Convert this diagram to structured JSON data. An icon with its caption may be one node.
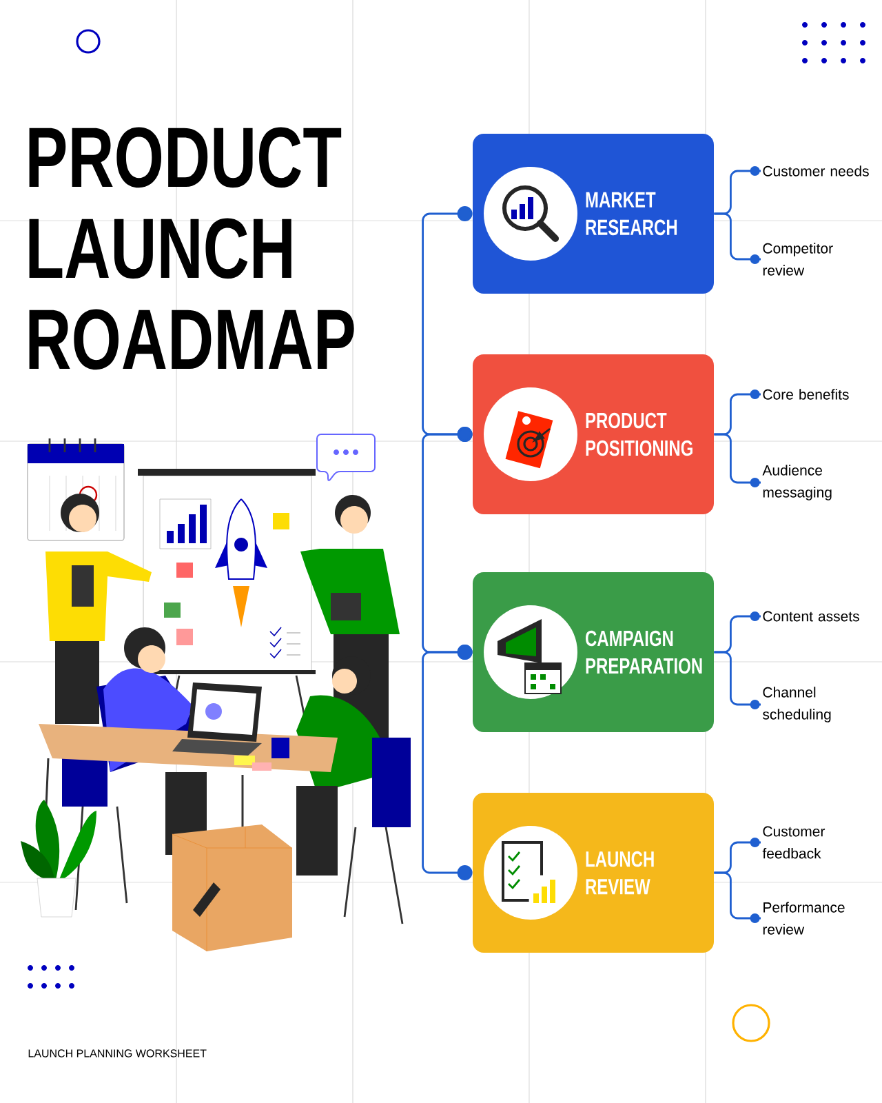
{
  "diagram": {
    "title": "PRODUCT LAUNCH ROADMAP",
    "nodes": [
      {
        "text": [
          "MARKET RESEARCH"
        ]
      },
      {
        "text": [
          "Customer needs"
        ]
      },
      {
        "text": [
          "Competitor review"
        ]
      },
      {
        "text": [
          "PRODUCT POSITIONING"
        ]
      },
      {
        "text": [
          "Core benefits"
        ]
      },
      {
        "text": [
          "Audience messaging"
        ]
      },
      {
        "text": [
          "CAMPAIGN PREPARATION"
        ]
      },
      {
        "text": [
          "Content assets"
        ]
      },
      {
        "text": [
          "Channel scheduling"
        ]
      },
      {
        "text": [
          "LAUNCH REVIEW"
        ]
      },
      {
        "text": [
          "Customer feedback"
        ]
      },
      {
        "text": [
          "Performance review"
        ]
      }
    ],
    "edges": [
      {
        "from": 0,
        "to": 3,
        "arrow": "other"
      },
      {
        "from": 3,
        "to": 6,
        "arrow": "other"
      },
      {
        "from": 6,
        "to": 9,
        "arrow": "other"
      },
      {
        "from": 0,
        "to": 1,
        "arrow": "other"
      },
      {
        "from": 0,
        "to": 2,
        "arrow": "other"
      },
      {
        "from": 3,
        "to": 4,
        "arrow": "other"
      },
      {
        "from": 3,
        "to": 5,
        "arrow": "other"
      },
      {
        "from": 6,
        "to": 7,
        "arrow": "other"
      },
      {
        "from": 6,
        "to": 8,
        "arrow": "other"
      },
      {
        "from": 9,
        "to": 10,
        "arrow": "other"
      },
      {
        "from": 9,
        "to": 11,
        "arrow": "other"
      }
    ],
    "labels": [
      "LAUNCH PLANNING WORKSHEET"
    ]
  }
}
